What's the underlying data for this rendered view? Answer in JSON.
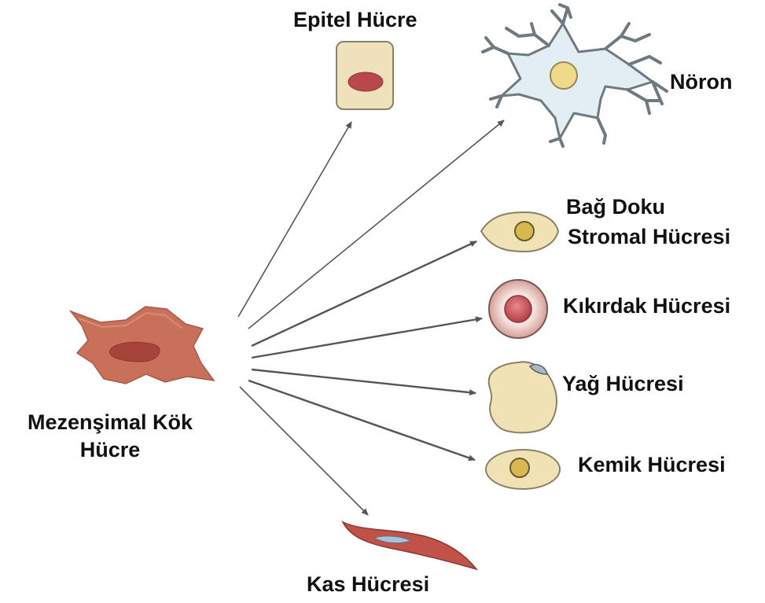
{
  "labels": {
    "source_line1": "Mezenşimal Kök",
    "source_line2": "Hücre",
    "epithelial": "Epitel Hücre",
    "neuron": "Nöron",
    "stromal_line1": "Bağ Doku",
    "stromal_line2": "Stromal Hücresi",
    "cartilage": "Kıkırdak Hücresi",
    "fat": "Yağ Hücresi",
    "bone": "Kemik Hücresi",
    "muscle": "Kas Hücresi"
  },
  "colors": {
    "arrow": "#555555",
    "stem_cell_fill": "#c8705a",
    "stem_nucleus": "#a8433b",
    "epithelial_fill": "#efe1bc",
    "epithelial_nucleus": "#b9484a",
    "neuron_fill": "#e3eef3",
    "neuron_stroke": "#6f7a80",
    "neuron_nucleus": "#f1d98a",
    "yellow_cell_fill": "#f0e2b4",
    "yellow_nucleus": "#d9b84e",
    "cartilage_outer": "#f0d5cf",
    "cartilage_inner": "#c0555a",
    "muscle_fill": "#c0524a",
    "muscle_nucleus": "#a9c2d6"
  }
}
